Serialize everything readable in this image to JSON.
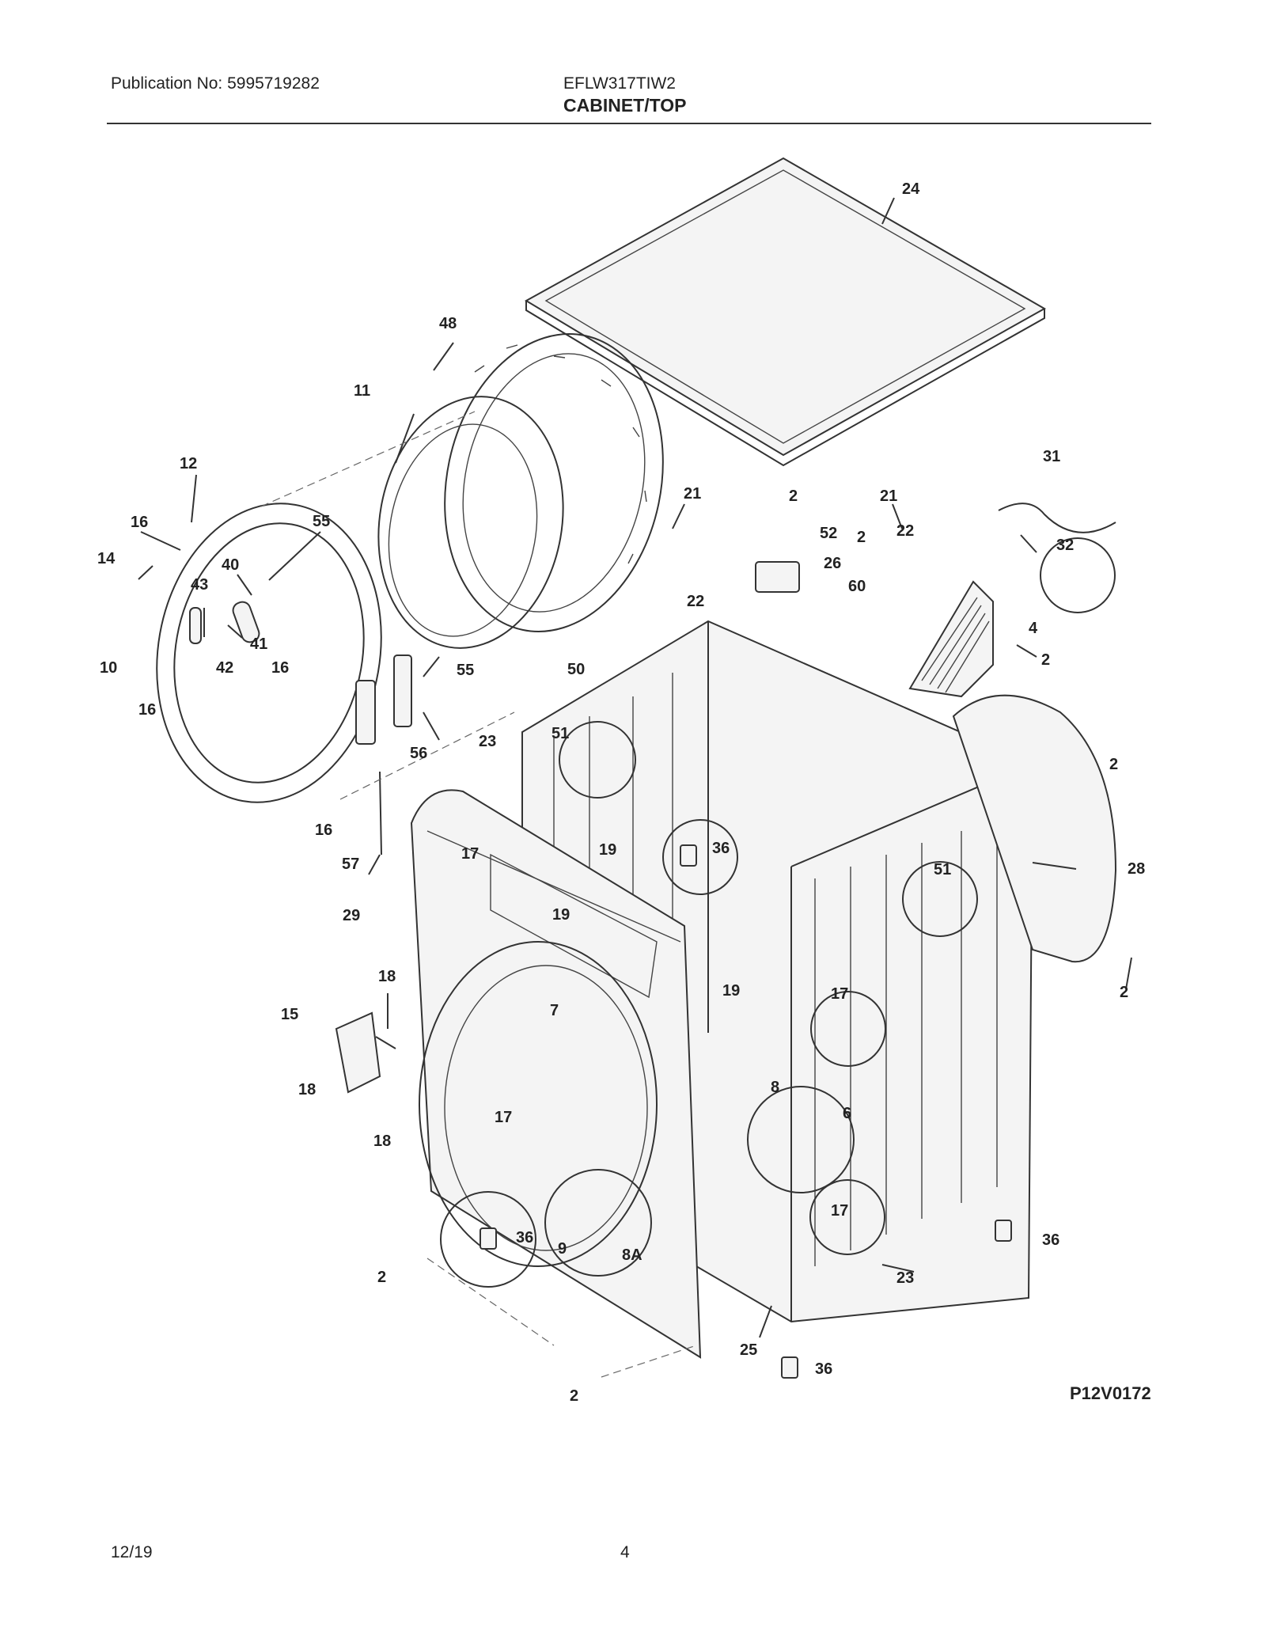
{
  "header": {
    "publication": "Publication No: 5995719282",
    "model": "EFLW317TIW2",
    "title": "CABINET/TOP"
  },
  "diagram": {
    "code": "P12V0172",
    "callouts": [
      {
        "id": "c24",
        "label": "24"
      },
      {
        "id": "c48",
        "label": "48"
      },
      {
        "id": "c11",
        "label": "11"
      },
      {
        "id": "c12",
        "label": "12"
      },
      {
        "id": "c16a",
        "label": "16"
      },
      {
        "id": "c14",
        "label": "14"
      },
      {
        "id": "c55a",
        "label": "55"
      },
      {
        "id": "c40",
        "label": "40"
      },
      {
        "id": "c43",
        "label": "43"
      },
      {
        "id": "c41",
        "label": "41"
      },
      {
        "id": "c42",
        "label": "42"
      },
      {
        "id": "c10",
        "label": "10"
      },
      {
        "id": "c16b",
        "label": "16"
      },
      {
        "id": "c16c",
        "label": "16"
      },
      {
        "id": "c16d",
        "label": "16"
      },
      {
        "id": "c55b",
        "label": "55"
      },
      {
        "id": "c56",
        "label": "56"
      },
      {
        "id": "c57",
        "label": "57"
      },
      {
        "id": "c21a",
        "label": "21"
      },
      {
        "id": "c22a",
        "label": "22"
      },
      {
        "id": "c2a",
        "label": "2"
      },
      {
        "id": "c52",
        "label": "52"
      },
      {
        "id": "c2b",
        "label": "2"
      },
      {
        "id": "c26",
        "label": "26"
      },
      {
        "id": "c21b",
        "label": "21"
      },
      {
        "id": "c22b",
        "label": "22"
      },
      {
        "id": "c60",
        "label": "60"
      },
      {
        "id": "c31",
        "label": "31"
      },
      {
        "id": "c32",
        "label": "32"
      },
      {
        "id": "c4",
        "label": "4"
      },
      {
        "id": "c2c",
        "label": "2"
      },
      {
        "id": "c50",
        "label": "50"
      },
      {
        "id": "c23a",
        "label": "23"
      },
      {
        "id": "c51a",
        "label": "51"
      },
      {
        "id": "c2d",
        "label": "2"
      },
      {
        "id": "c28",
        "label": "28"
      },
      {
        "id": "c2e",
        "label": "2"
      },
      {
        "id": "c17a",
        "label": "17"
      },
      {
        "id": "c19a",
        "label": "19"
      },
      {
        "id": "c36a",
        "label": "36"
      },
      {
        "id": "c51b",
        "label": "51"
      },
      {
        "id": "c29",
        "label": "29"
      },
      {
        "id": "c19b",
        "label": "19"
      },
      {
        "id": "c19c",
        "label": "19"
      },
      {
        "id": "c18a",
        "label": "18"
      },
      {
        "id": "c15",
        "label": "15"
      },
      {
        "id": "c7",
        "label": "7"
      },
      {
        "id": "c17b",
        "label": "17"
      },
      {
        "id": "c18b",
        "label": "18"
      },
      {
        "id": "c17c",
        "label": "17"
      },
      {
        "id": "c18c",
        "label": "18"
      },
      {
        "id": "c8",
        "label": "8"
      },
      {
        "id": "c6",
        "label": "6"
      },
      {
        "id": "c17d",
        "label": "17"
      },
      {
        "id": "c36b",
        "label": "36"
      },
      {
        "id": "c9",
        "label": "9"
      },
      {
        "id": "c8A",
        "label": "8A"
      },
      {
        "id": "c2f",
        "label": "2"
      },
      {
        "id": "c36c",
        "label": "36"
      },
      {
        "id": "c23b",
        "label": "23"
      },
      {
        "id": "c25",
        "label": "25"
      },
      {
        "id": "c36d",
        "label": "36"
      },
      {
        "id": "c2g",
        "label": "2"
      }
    ]
  },
  "footer": {
    "date": "12/19",
    "page": "4"
  }
}
